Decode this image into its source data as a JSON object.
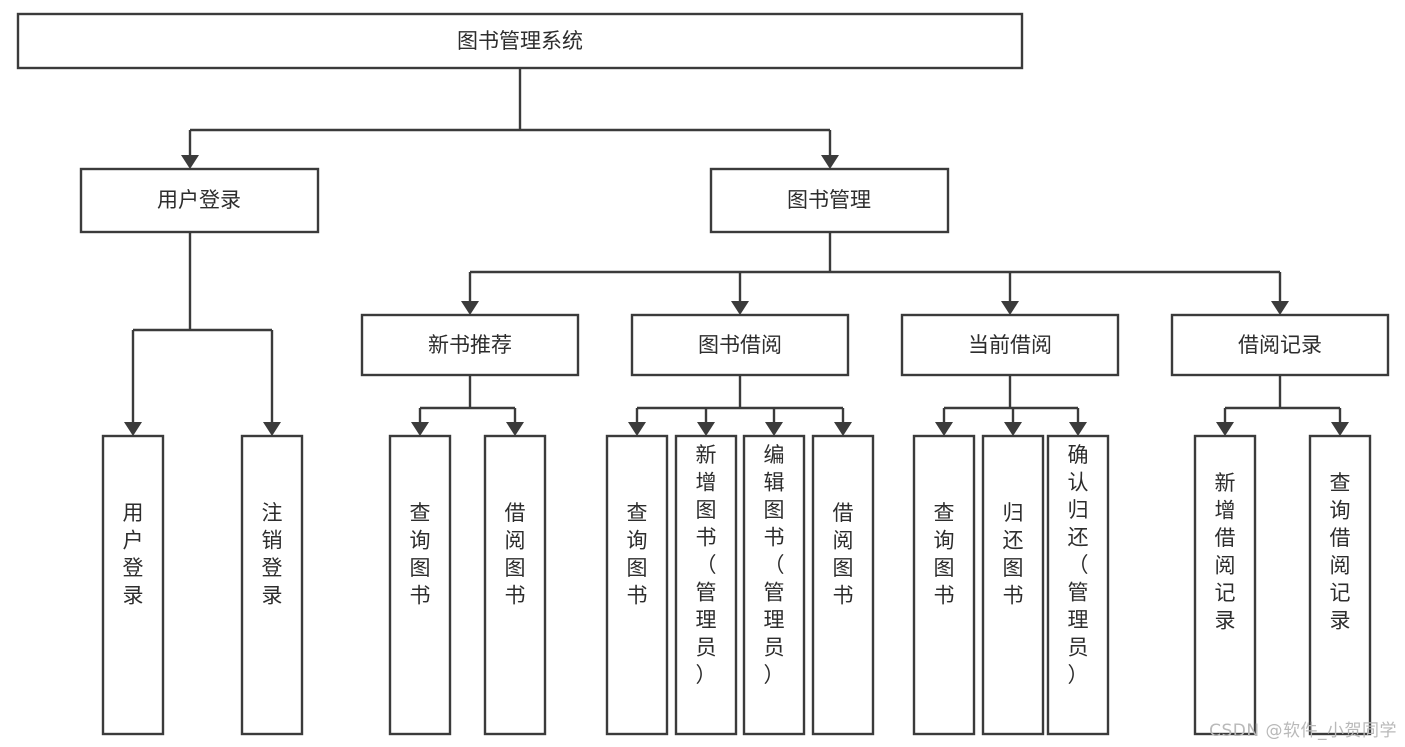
{
  "diagram": {
    "type": "tree",
    "title": "图书管理系统",
    "root": {
      "id": "root",
      "label": "图书管理系统"
    },
    "level1": [
      {
        "id": "user-login",
        "label": "用户登录"
      },
      {
        "id": "book-management",
        "label": "图书管理"
      }
    ],
    "level2": [
      {
        "id": "new-book-recommend",
        "label": "新书推荐",
        "parent": "book-management"
      },
      {
        "id": "book-borrow",
        "label": "图书借阅",
        "parent": "book-management"
      },
      {
        "id": "current-borrow",
        "label": "当前借阅",
        "parent": "book-management"
      },
      {
        "id": "borrow-record",
        "label": "借阅记录",
        "parent": "book-management"
      }
    ],
    "leaves": [
      {
        "id": "leaf-user-login",
        "label": "用户登录",
        "parent": "user-login"
      },
      {
        "id": "leaf-logout",
        "label": "注销登录",
        "parent": "user-login"
      },
      {
        "id": "leaf-query-book-1",
        "label": "查询图书",
        "parent": "new-book-recommend"
      },
      {
        "id": "leaf-borrow-book-1",
        "label": "借阅图书",
        "parent": "new-book-recommend"
      },
      {
        "id": "leaf-query-book-2",
        "label": "查询图书",
        "parent": "book-borrow"
      },
      {
        "id": "leaf-add-book",
        "label": "新增图书（管理员）",
        "parent": "book-borrow"
      },
      {
        "id": "leaf-edit-book",
        "label": "编辑图书（管理员）",
        "parent": "book-borrow"
      },
      {
        "id": "leaf-borrow-book-2",
        "label": "借阅图书",
        "parent": "book-borrow"
      },
      {
        "id": "leaf-query-book-3",
        "label": "查询图书",
        "parent": "current-borrow"
      },
      {
        "id": "leaf-return-book",
        "label": "归还图书",
        "parent": "current-borrow"
      },
      {
        "id": "leaf-confirm-return",
        "label": "确认归还（管理员）",
        "parent": "current-borrow"
      },
      {
        "id": "leaf-add-record",
        "label": "新增借阅记录",
        "parent": "borrow-record"
      },
      {
        "id": "leaf-query-record",
        "label": "查询借阅记录",
        "parent": "borrow-record"
      }
    ],
    "colors": {
      "stroke": "#3b3b3b",
      "fill": "#ffffff",
      "text": "#2d2d2d",
      "watermark": "#b9b9b9"
    }
  },
  "watermark": {
    "text": "CSDN @软件_小贺同学"
  }
}
